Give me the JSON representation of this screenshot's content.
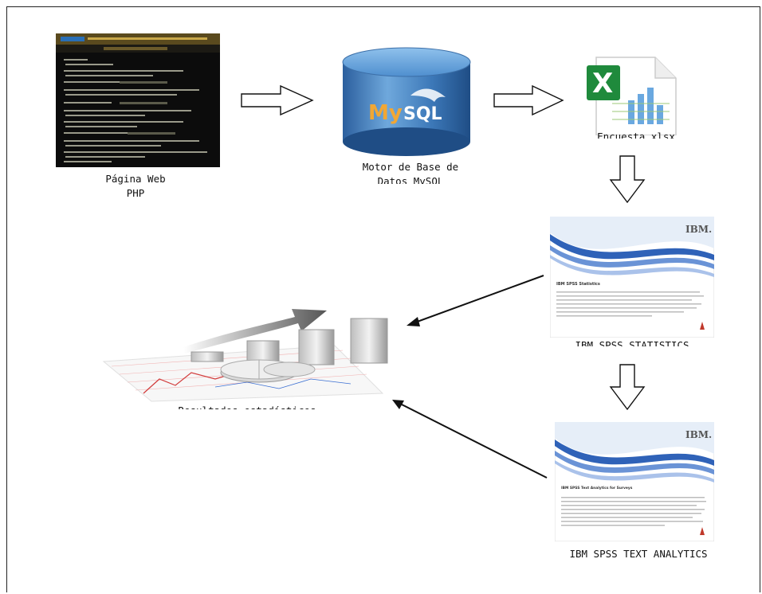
{
  "nodes": {
    "web_page": {
      "label": "Página Web",
      "label_line2": "PHP"
    },
    "mysql": {
      "label": "Motor de Base de",
      "label_line2": "Datos MySQL",
      "logo_text_my": "My",
      "logo_text_sql": "SQL"
    },
    "excel": {
      "label": "Encuesta.xlsx"
    },
    "spss_statistics": {
      "label": "IBM SPSS STATISTICS",
      "brand": "IBM.",
      "doc_title": "IBM SPSS Statistics"
    },
    "spss_text": {
      "label": "IBM SPSS TEXT ANALYTICS",
      "brand": "IBM.",
      "doc_title": "IBM SPSS Text Analytics for Surveys"
    },
    "results": {
      "label": "Resultados estadísticos"
    }
  },
  "colors": {
    "spss_wave": "#2f62b8",
    "mysql_blue": "#3a7fc4",
    "excel_green": "#1f8a3c",
    "arrow": "#111111"
  }
}
